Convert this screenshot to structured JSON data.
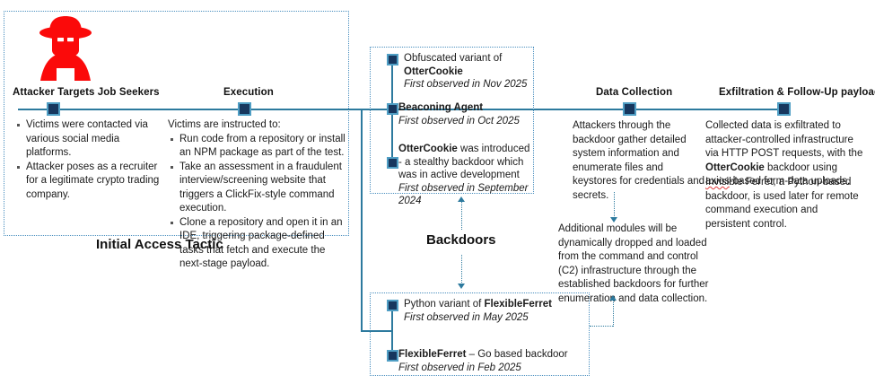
{
  "colors": {
    "accent_line": "#2d7a9e",
    "node_fill": "#17375e",
    "node_border": "#4f9ec4",
    "dotted_border": "#4a8fbf",
    "attacker_icon": "#fb0a0a",
    "spellcheck": "#e03b3b",
    "text": "#1b1b1b",
    "background": "#ffffff"
  },
  "icons": {
    "attacker": "attacker-spy-icon"
  },
  "sections": {
    "initial_access": {
      "caption": "Initial Access Tactic",
      "phases": [
        {
          "title": "Attacker Targets Job Seekers",
          "lead": "",
          "bullets": [
            "Victims were contacted via various social media platforms.",
            "Attacker poses as a recruiter for a legitimate crypto trading company."
          ]
        },
        {
          "title": "Execution",
          "lead": "Victims are instructed to:",
          "bullets": [
            "Run code from a repository or install an NPM package as part of the test.",
            "Take an assessment in a fraudulent interview/screening website that triggers a ClickFix-style command execution.",
            "Clone a repository and open it in an IDE, triggering package-defined tasks that fetch and execute the next-stage payload."
          ]
        }
      ]
    },
    "backdoors": {
      "caption": "Backdoors",
      "upper_entries": [
        {
          "label_prefix": "Obfuscated variant of ",
          "label_bold": "OtterCookie",
          "label_suffix": "",
          "observed": "First observed in Nov 2025"
        },
        {
          "label_prefix": "",
          "label_bold": "Beaconing Agent",
          "label_suffix": "",
          "observed": "First observed in Oct 2025"
        },
        {
          "label_prefix": "",
          "label_bold": "OtterCookie",
          "label_suffix": " was introduced - a stealthy backdoor which was in active development",
          "observed": "First observed in September 2024"
        }
      ],
      "lower_entries": [
        {
          "label_prefix": "Python variant of ",
          "label_bold": "FlexibleFerret",
          "label_suffix": "",
          "observed": "First observed in May 2025"
        },
        {
          "label_prefix": "",
          "label_bold": "FlexibleFerret",
          "label_suffix": " – Go based backdoor",
          "observed": "First observed in Feb 2025"
        }
      ]
    },
    "data_collection": {
      "title": "Data Collection",
      "paragraph_1": "Attackers through the backdoor gather detailed system information and enumerate files and keystores for credentials and secrets.",
      "paragraph_2": "Additional modules will be dynamically dropped and loaded from the command and control (C2) infrastructure through the established backdoors for further enumeration and data collection."
    },
    "exfiltration": {
      "title": "Exfiltration & Follow-Up payload",
      "p1_before": "Collected data is exfiltrated to attacker-controlled infrastructure via HTTP POST requests, with the ",
      "p1_bold": "OtterCookie",
      "p1_mid": " backdoor using ",
      "p1_misspelled": "axios",
      "p1_after": "-based form-data uploads.",
      "paragraph_2": "Invisible Ferret, a Python-based backdoor, is used later for remote command execution and persistent control."
    }
  }
}
